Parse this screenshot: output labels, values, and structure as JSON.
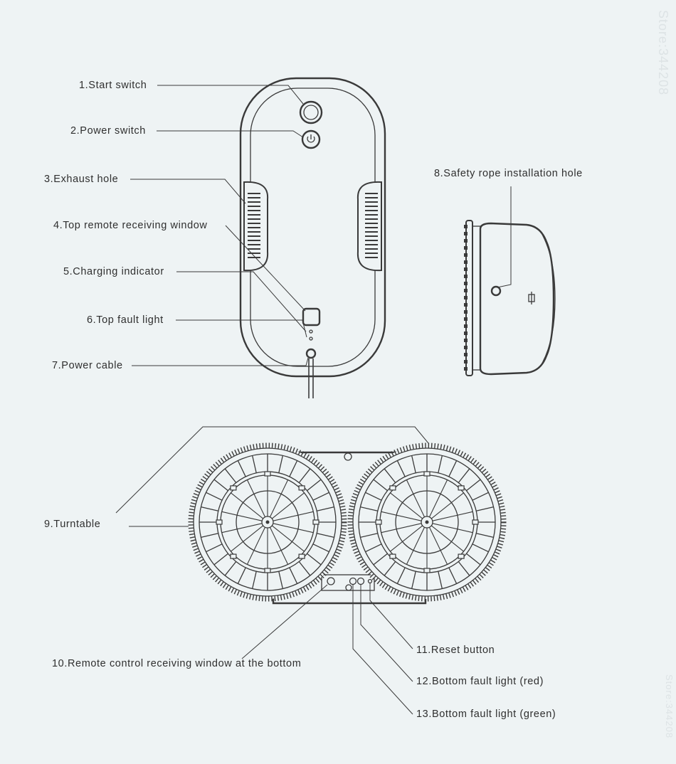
{
  "watermark": {
    "top": "Store:344208",
    "bottom": "Store:344208"
  },
  "labels": {
    "start_switch": "1.Start switch",
    "power_switch": "2.Power switch",
    "exhaust_hole": "3.Exhaust hole",
    "top_remote_window": "4.Top remote receiving window",
    "charging_indicator": "5.Charging indicator",
    "top_fault_light": "6.Top fault light",
    "power_cable": "7.Power cable",
    "safety_rope_hole": "8.Safety rope installation hole",
    "turntable": "9.Turntable",
    "bottom_remote_window": "10.Remote control receiving window at the bottom",
    "reset_button": "11.Reset button",
    "bottom_fault_red": "12.Bottom fault light (red)",
    "bottom_fault_green": "13.Bottom fault light (green)"
  }
}
